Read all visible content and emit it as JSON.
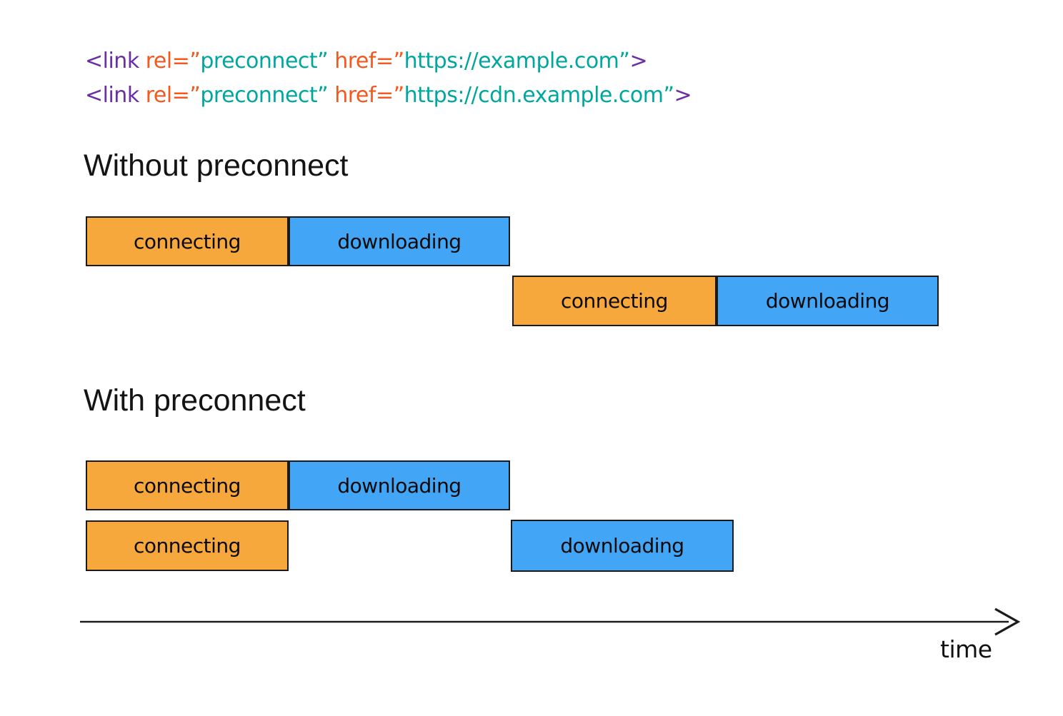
{
  "colors": {
    "code_purple": "#6b2fa4",
    "code_orange": "#f4581f",
    "code_teal": "#00a79d",
    "bar_orange": "#f6a83c",
    "bar_blue": "#42a5f5",
    "bar_border": "#1a1a1a",
    "axis_stroke": "#1c1c1c"
  },
  "code": {
    "lines": [
      {
        "segments": [
          {
            "t": "<link",
            "c": "purple"
          },
          {
            "t": " rel=”",
            "c": "orange"
          },
          {
            "t": "preconnect”",
            "c": "teal"
          },
          {
            "t": " href=”",
            "c": "orange"
          },
          {
            "t": "https://example.com”",
            "c": "teal"
          },
          {
            "t": ">",
            "c": "purple"
          }
        ]
      },
      {
        "segments": [
          {
            "t": "<link",
            "c": "purple"
          },
          {
            "t": " rel=”",
            "c": "orange"
          },
          {
            "t": "preconnect”",
            "c": "teal"
          },
          {
            "t": " href=”",
            "c": "orange"
          },
          {
            "t": "https://cdn.example.com”",
            "c": "teal"
          },
          {
            "t": ">",
            "c": "purple"
          }
        ]
      }
    ]
  },
  "sections": [
    {
      "title": "Without preconnect",
      "rows": [
        {
          "bars": [
            {
              "label": "connecting"
            },
            {
              "label": "downloading"
            }
          ]
        },
        {
          "bars": [
            {
              "label": "connecting"
            },
            {
              "label": "downloading"
            }
          ]
        }
      ]
    },
    {
      "title": "With preconnect",
      "rows": [
        {
          "bars": [
            {
              "label": "connecting"
            },
            {
              "label": "downloading"
            }
          ]
        },
        {
          "bars": [
            {
              "label": "connecting"
            },
            {
              "label": "downloading"
            }
          ]
        }
      ]
    }
  ],
  "axis": {
    "label": "time"
  }
}
